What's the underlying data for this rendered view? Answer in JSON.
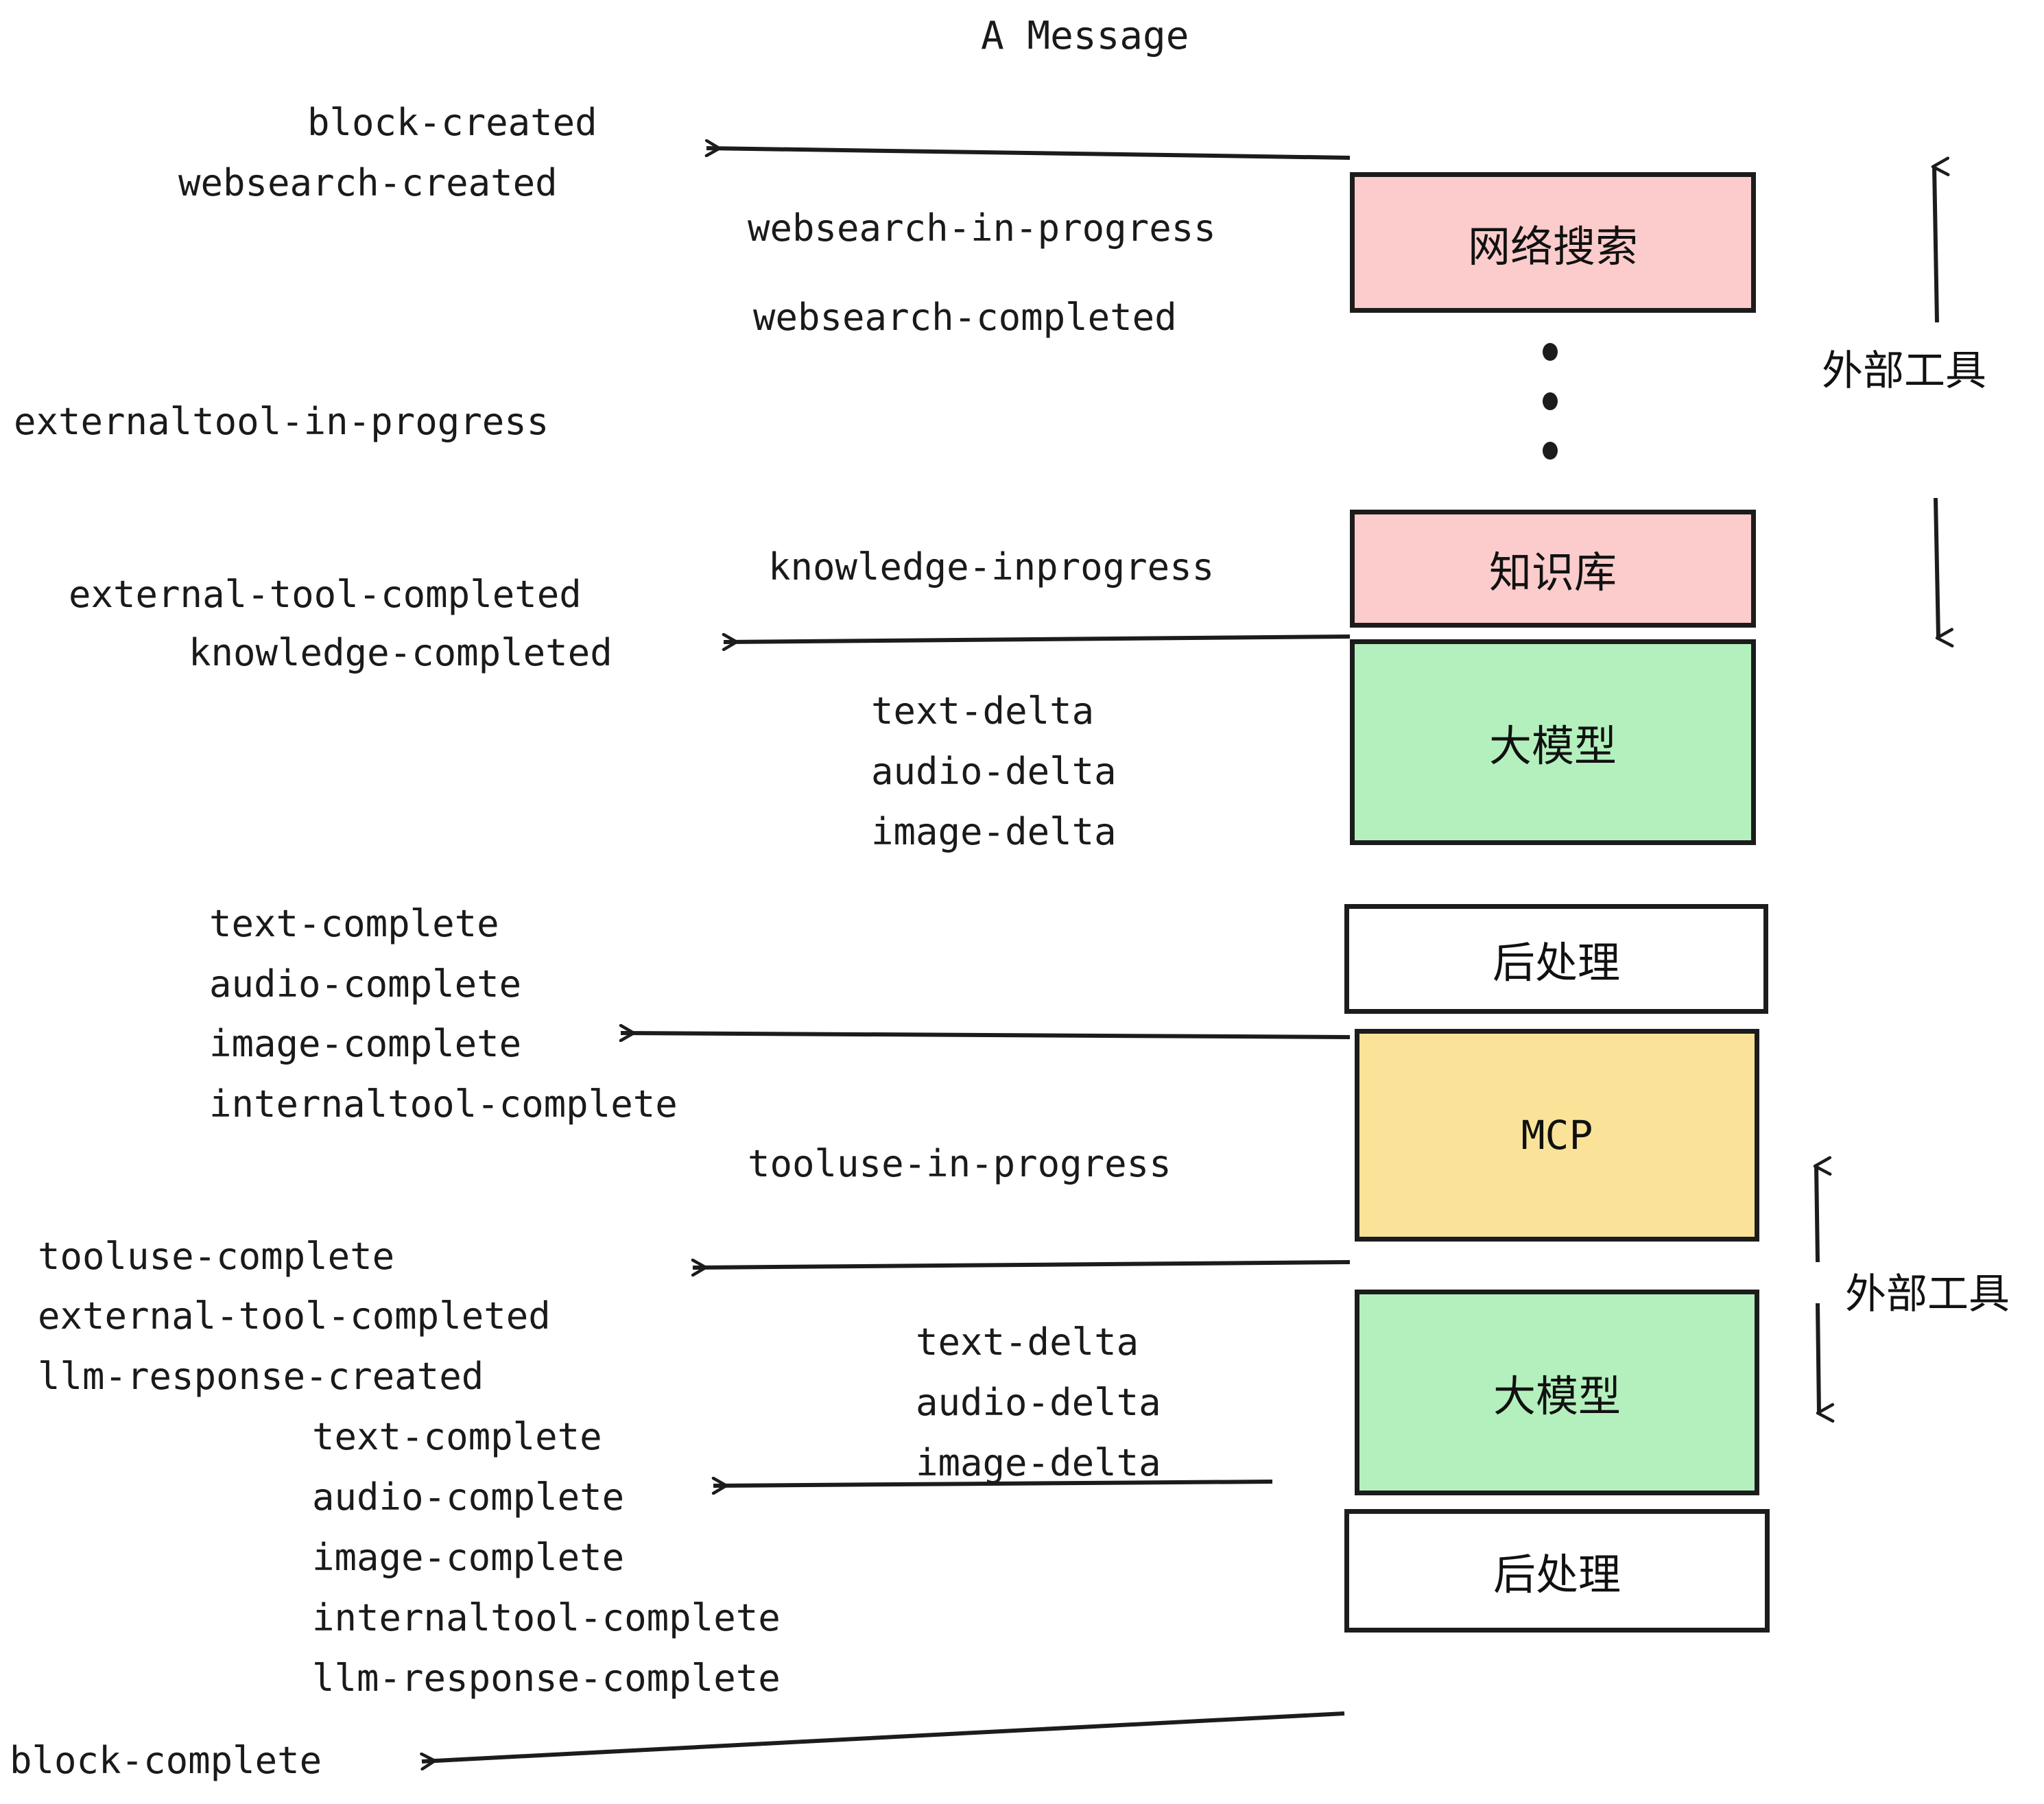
{
  "title": "A Message",
  "colors": {
    "pink": "#fccccc",
    "green": "#b4f0bd",
    "yellow": "#fae398",
    "white": "#ffffff",
    "stroke": "#1c1c1c",
    "text": "#1a1a1a"
  },
  "boxes": [
    {
      "id": "websearch",
      "label": "网络搜索",
      "fill": "pink"
    },
    {
      "id": "knowledge",
      "label": "知识库",
      "fill": "pink"
    },
    {
      "id": "llm-top",
      "label": "大模型",
      "fill": "green"
    },
    {
      "id": "postprocess-top",
      "label": "后处理",
      "fill": "white"
    },
    {
      "id": "mcp",
      "label": "MCP",
      "fill": "yellow"
    },
    {
      "id": "llm-bottom",
      "label": "大模型",
      "fill": "green"
    },
    {
      "id": "postprocess-bottom",
      "label": "后处理",
      "fill": "white"
    }
  ],
  "side_labels": {
    "external_tool_top": "外部工具",
    "external_tool_bottom": "外部工具"
  },
  "events": {
    "block_created": "block-created",
    "websearch_created": "websearch-created",
    "websearch_in_progress": "websearch-in-progress",
    "websearch_completed": "websearch-completed",
    "externaltool_in_progress": "externaltool-in-progress",
    "knowledge_inprogress": "knowledge-inprogress",
    "external_tool_completed_1": "external-tool-completed",
    "knowledge_completed": "knowledge-completed",
    "text_delta_1": "text-delta",
    "audio_delta_1": "audio-delta",
    "image_delta_1": "image-delta",
    "text_complete_1": "text-complete",
    "audio_complete_1": "audio-complete",
    "image_complete_1": "image-complete",
    "internaltool_complete_1": "internaltool-complete",
    "tooluse_in_progress": "tooluse-in-progress",
    "tooluse_complete": "tooluse-complete",
    "external_tool_completed_2": "external-tool-completed",
    "llm_response_created": "llm-response-created",
    "text_delta_2": "text-delta",
    "audio_delta_2": "audio-delta",
    "image_delta_2": "image-delta",
    "text_complete_2": "text-complete",
    "audio_complete_2": "audio-complete",
    "image_complete_2": "image-complete",
    "internaltool_complete_2": "internaltool-complete",
    "llm_response_complete": "llm-response-complete",
    "block_complete": "block-complete"
  }
}
